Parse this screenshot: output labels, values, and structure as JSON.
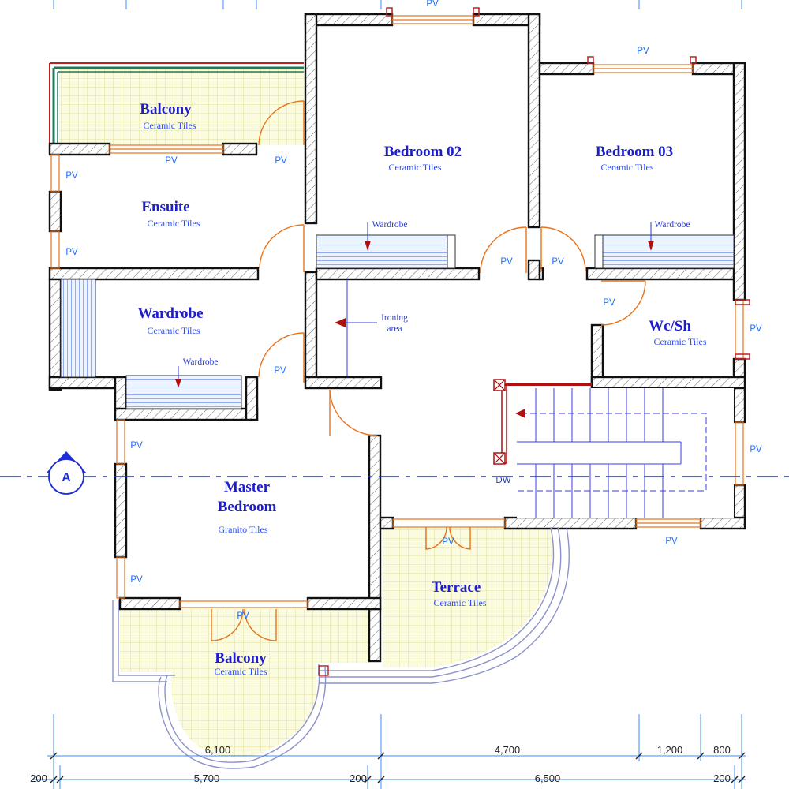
{
  "rooms": {
    "balcony_top": {
      "name": "Balcony",
      "floor": "Ceramic Tiles"
    },
    "ensuite": {
      "name": "Ensuite",
      "floor": "Ceramic Tiles"
    },
    "wardrobe_room": {
      "name": "Wardrobe",
      "floor": "Ceramic Tiles"
    },
    "bedroom02": {
      "name": "Bedroom 02",
      "floor": "Ceramic Tiles"
    },
    "bedroom03": {
      "name": "Bedroom 03",
      "floor": "Ceramic Tiles"
    },
    "wcsh": {
      "name": "Wc/Sh",
      "floor": "Ceramic Tiles"
    },
    "master": {
      "name_line1": "Master",
      "name_line2": "Bedroom",
      "floor": "Granito Tiles"
    },
    "terrace": {
      "name": "Terrace",
      "floor": "Ceramic Tiles"
    },
    "balcony_bottom": {
      "name": "Balcony",
      "floor": "Ceramic Tiles"
    }
  },
  "labels": {
    "pv": "PV",
    "wardrobe": "Wardrobe",
    "ironing_line1": "Ironing",
    "ironing_line2": "area",
    "dw": "DW",
    "section_marker": "A"
  },
  "dimensions": {
    "row1": [
      "6,100",
      "4,700",
      "1,200",
      "800"
    ],
    "row2": [
      "200",
      "5,700",
      "200",
      "6,500",
      "200"
    ]
  },
  "colors": {
    "wall_outline": "#111111",
    "opening": "#e8731a",
    "section_line": "#1f2fd6",
    "room_text": "#1d1dcc",
    "tile_grid": "#d9d98a",
    "stair_lines": "#3b3bea",
    "arrow_red": "#b01010"
  }
}
